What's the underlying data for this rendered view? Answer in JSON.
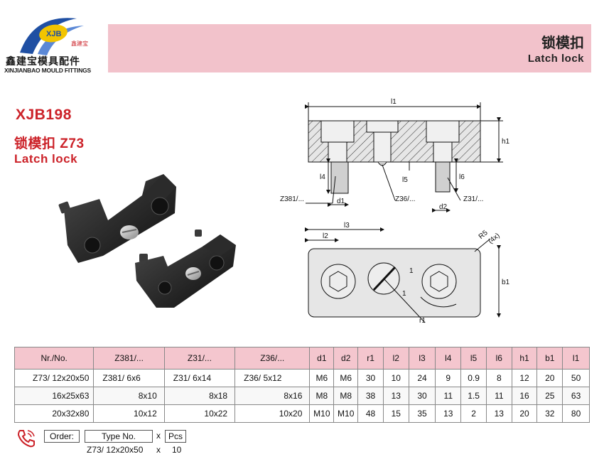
{
  "header": {
    "brand_logo_text": "XJB",
    "brand_logo_subtext": "鑫建宝",
    "brand_cn": "鑫建宝模具配件",
    "brand_en": "XINJIANBAO MOULD FITTINGS",
    "title_cn": "锁模扣",
    "title_en": "Latch lock"
  },
  "product": {
    "code": "XJB198",
    "name_cn": "锁模扣  Z73",
    "name_en": "Latch lock"
  },
  "drawing": {
    "labels": {
      "l1": "l1",
      "h1": "h1",
      "l4": "l4",
      "l5": "l5",
      "l6": "l6",
      "d1": "d1",
      "d2": "d2",
      "z381": "Z381/...",
      "z36": "Z36/...",
      "z31": "Z31/...",
      "l2": "l2",
      "l3": "l3",
      "r5": "R5",
      "r5_note": "(4x)",
      "b1": "b1",
      "r1": "r1",
      "one_a": "1",
      "one_b": "1"
    }
  },
  "table": {
    "headers": [
      "Nr./No.",
      "Z381/...",
      "Z31/...",
      "Z36/...",
      "d1",
      "d2",
      "r1",
      "l2",
      "l3",
      "l4",
      "l5",
      "l6",
      "h1",
      "b1",
      "l1"
    ],
    "rows": [
      [
        "Z73/ 12x20x50",
        "Z381/ 6x6",
        "Z31/ 6x14",
        "Z36/ 5x12",
        "M6",
        "M6",
        "30",
        "10",
        "24",
        "9",
        "0.9",
        "8",
        "12",
        "20",
        "50"
      ],
      [
        "16x25x63",
        "8x10",
        "8x18",
        "8x16",
        "M8",
        "M8",
        "38",
        "13",
        "30",
        "11",
        "1.5",
        "11",
        "16",
        "25",
        "63"
      ],
      [
        "20x32x80",
        "10x12",
        "10x22",
        "10x20",
        "M10",
        "M10",
        "48",
        "15",
        "35",
        "13",
        "2",
        "13",
        "20",
        "32",
        "80"
      ]
    ]
  },
  "order": {
    "icon": "phone-order-icon",
    "order_label": "Order:",
    "type_label": "Type No.",
    "x": "x",
    "pcs_label": "Pcs",
    "example_type": "Z73/ 12x20x50",
    "example_pcs": "10"
  },
  "colors": {
    "accent_red": "#cc2229",
    "header_pink": "#f2c2cb",
    "table_header_pink": "#f4c6ce",
    "logo_blue": "#1f4fa3",
    "logo_yellow": "#f2c400"
  }
}
